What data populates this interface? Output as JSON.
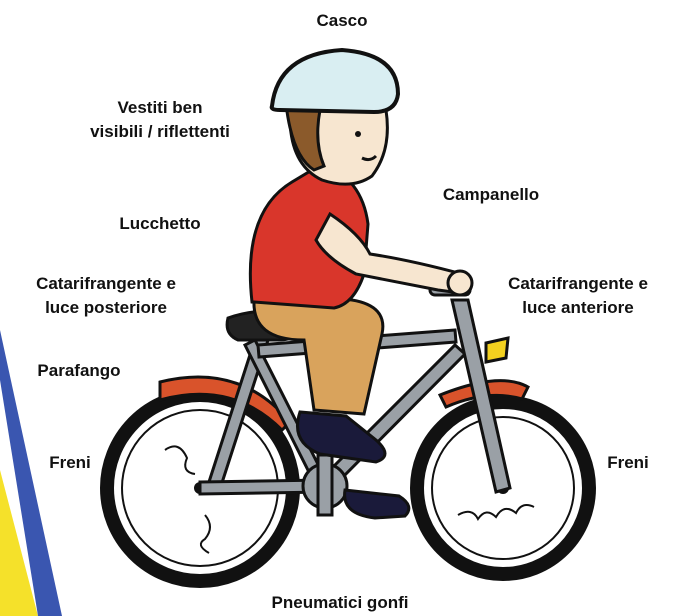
{
  "labels": {
    "helmet": "Casco",
    "clothes_line1": "Vestiti ben",
    "clothes_line2": "visibili / riflettenti",
    "bell": "Campanello",
    "lock": "Lucchetto",
    "rear_reflector_line1": "Catarifrangente e",
    "rear_reflector_line2": "luce posteriore",
    "front_reflector_line1": "Catarifrangente e",
    "front_reflector_line2": "luce anteriore",
    "mudguard": "Parafango",
    "brakes_left": "Freni",
    "brakes_right": "Freni",
    "tires": "Pneumatici gonfi"
  },
  "colors": {
    "shirt": "#d9362b",
    "pants": "#d9a35c",
    "frame": "#9aa0a6",
    "mudguard": "#d9532b",
    "helmet": "#d9eef2",
    "stripe_yellow": "#f5e12a",
    "stripe_blue": "#3a56b0",
    "front_light": "#f3d11f"
  }
}
